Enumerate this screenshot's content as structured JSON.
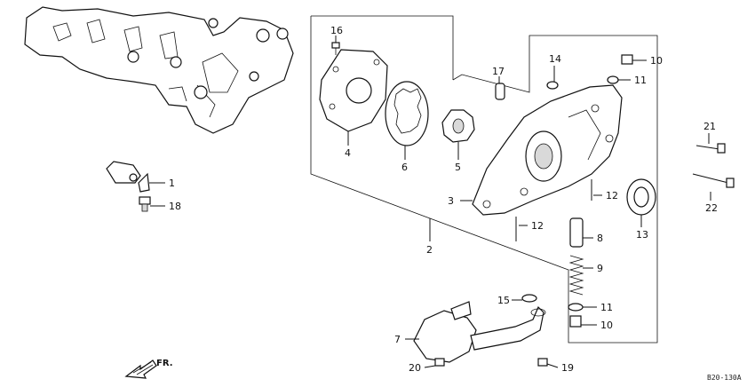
{
  "diagram": {
    "callouts": [
      {
        "id": "c1",
        "number": "1"
      },
      {
        "id": "c2",
        "number": "2"
      },
      {
        "id": "c3",
        "number": "3"
      },
      {
        "id": "c4",
        "number": "4"
      },
      {
        "id": "c5",
        "number": "5"
      },
      {
        "id": "c6",
        "number": "6"
      },
      {
        "id": "c7",
        "number": "7"
      },
      {
        "id": "c8",
        "number": "8"
      },
      {
        "id": "c9",
        "number": "9"
      },
      {
        "id": "c10a",
        "number": "10"
      },
      {
        "id": "c10b",
        "number": "10"
      },
      {
        "id": "c11a",
        "number": "11"
      },
      {
        "id": "c11b",
        "number": "11"
      },
      {
        "id": "c12a",
        "number": "12"
      },
      {
        "id": "c12b",
        "number": "12"
      },
      {
        "id": "c13",
        "number": "13"
      },
      {
        "id": "c14",
        "number": "14"
      },
      {
        "id": "c15",
        "number": "15"
      },
      {
        "id": "c16",
        "number": "16"
      },
      {
        "id": "c17",
        "number": "17"
      },
      {
        "id": "c18",
        "number": "18"
      },
      {
        "id": "c19",
        "number": "19"
      },
      {
        "id": "c20",
        "number": "20"
      },
      {
        "id": "c21",
        "number": "21"
      },
      {
        "id": "c22",
        "number": "22"
      }
    ],
    "direction_label": "FR.",
    "figure_code": "B20-130A"
  }
}
